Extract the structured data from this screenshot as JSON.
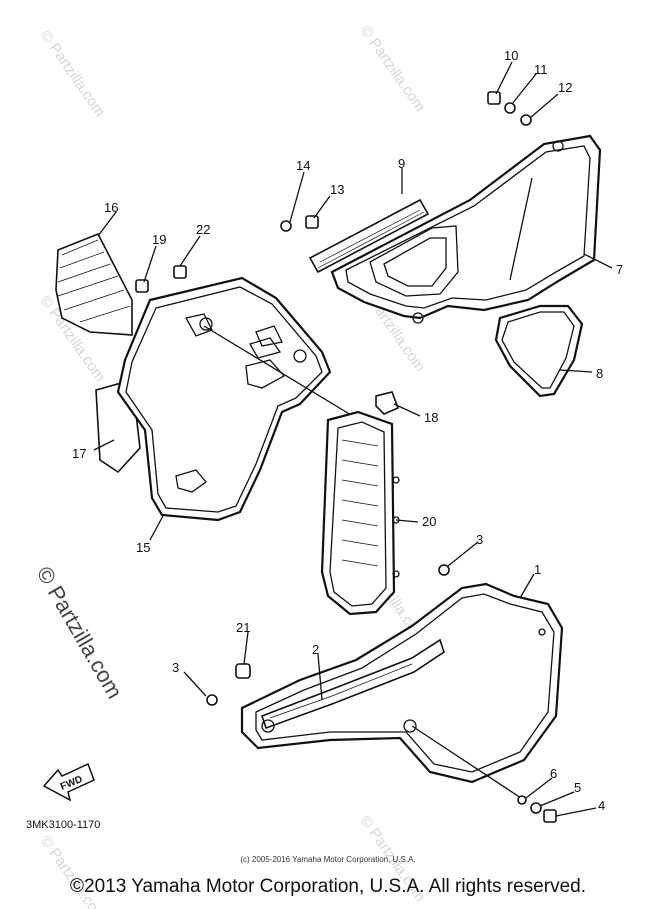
{
  "diagram_code": "3MK3100-1170",
  "fwd_label": "FWD",
  "small_copyright": "(c) 2005-2016 Yamaha Motor Corporation, U.S.A.",
  "footer_copyright": "©2013 Yamaha Motor Corporation, U.S.A. All rights reserved.",
  "watermark": "© Partzilla.com",
  "watermark_large": "© Partzilla.com",
  "callouts": [
    "1",
    "2",
    "3",
    "3",
    "4",
    "5",
    "6",
    "7",
    "8",
    "9",
    "10",
    "11",
    "12",
    "13",
    "14",
    "15",
    "16",
    "17",
    "18",
    "19",
    "20",
    "21",
    "22"
  ]
}
